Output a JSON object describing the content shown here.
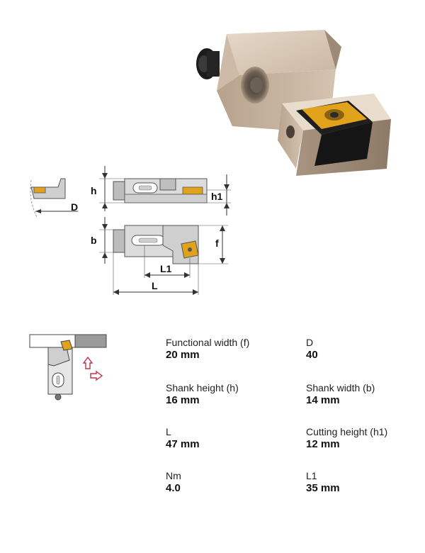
{
  "drawing_labels": {
    "h": "h",
    "h1": "h1",
    "b": "b",
    "f": "f",
    "l1": "L1",
    "l": "L",
    "d": "D"
  },
  "specs": [
    {
      "label": "Functional width (f)",
      "value": "20 mm"
    },
    {
      "label": "D",
      "value": "40"
    },
    {
      "label": "Shank height (h)",
      "value": "16 mm"
    },
    {
      "label": "Shank width (b)",
      "value": "14 mm"
    },
    {
      "label": "L",
      "value": "47 mm"
    },
    {
      "label": "Cutting height (h1)",
      "value": "12 mm"
    },
    {
      "label": "Nm",
      "value": "4.0"
    },
    {
      "label": "L1",
      "value": "35 mm"
    }
  ],
  "colors": {
    "metal": "#c8b6a2",
    "metal_dark": "#9a8774",
    "insert_gold": "#e2a31c",
    "insert_black": "#222222",
    "feed_arrow": "#c0304a"
  }
}
